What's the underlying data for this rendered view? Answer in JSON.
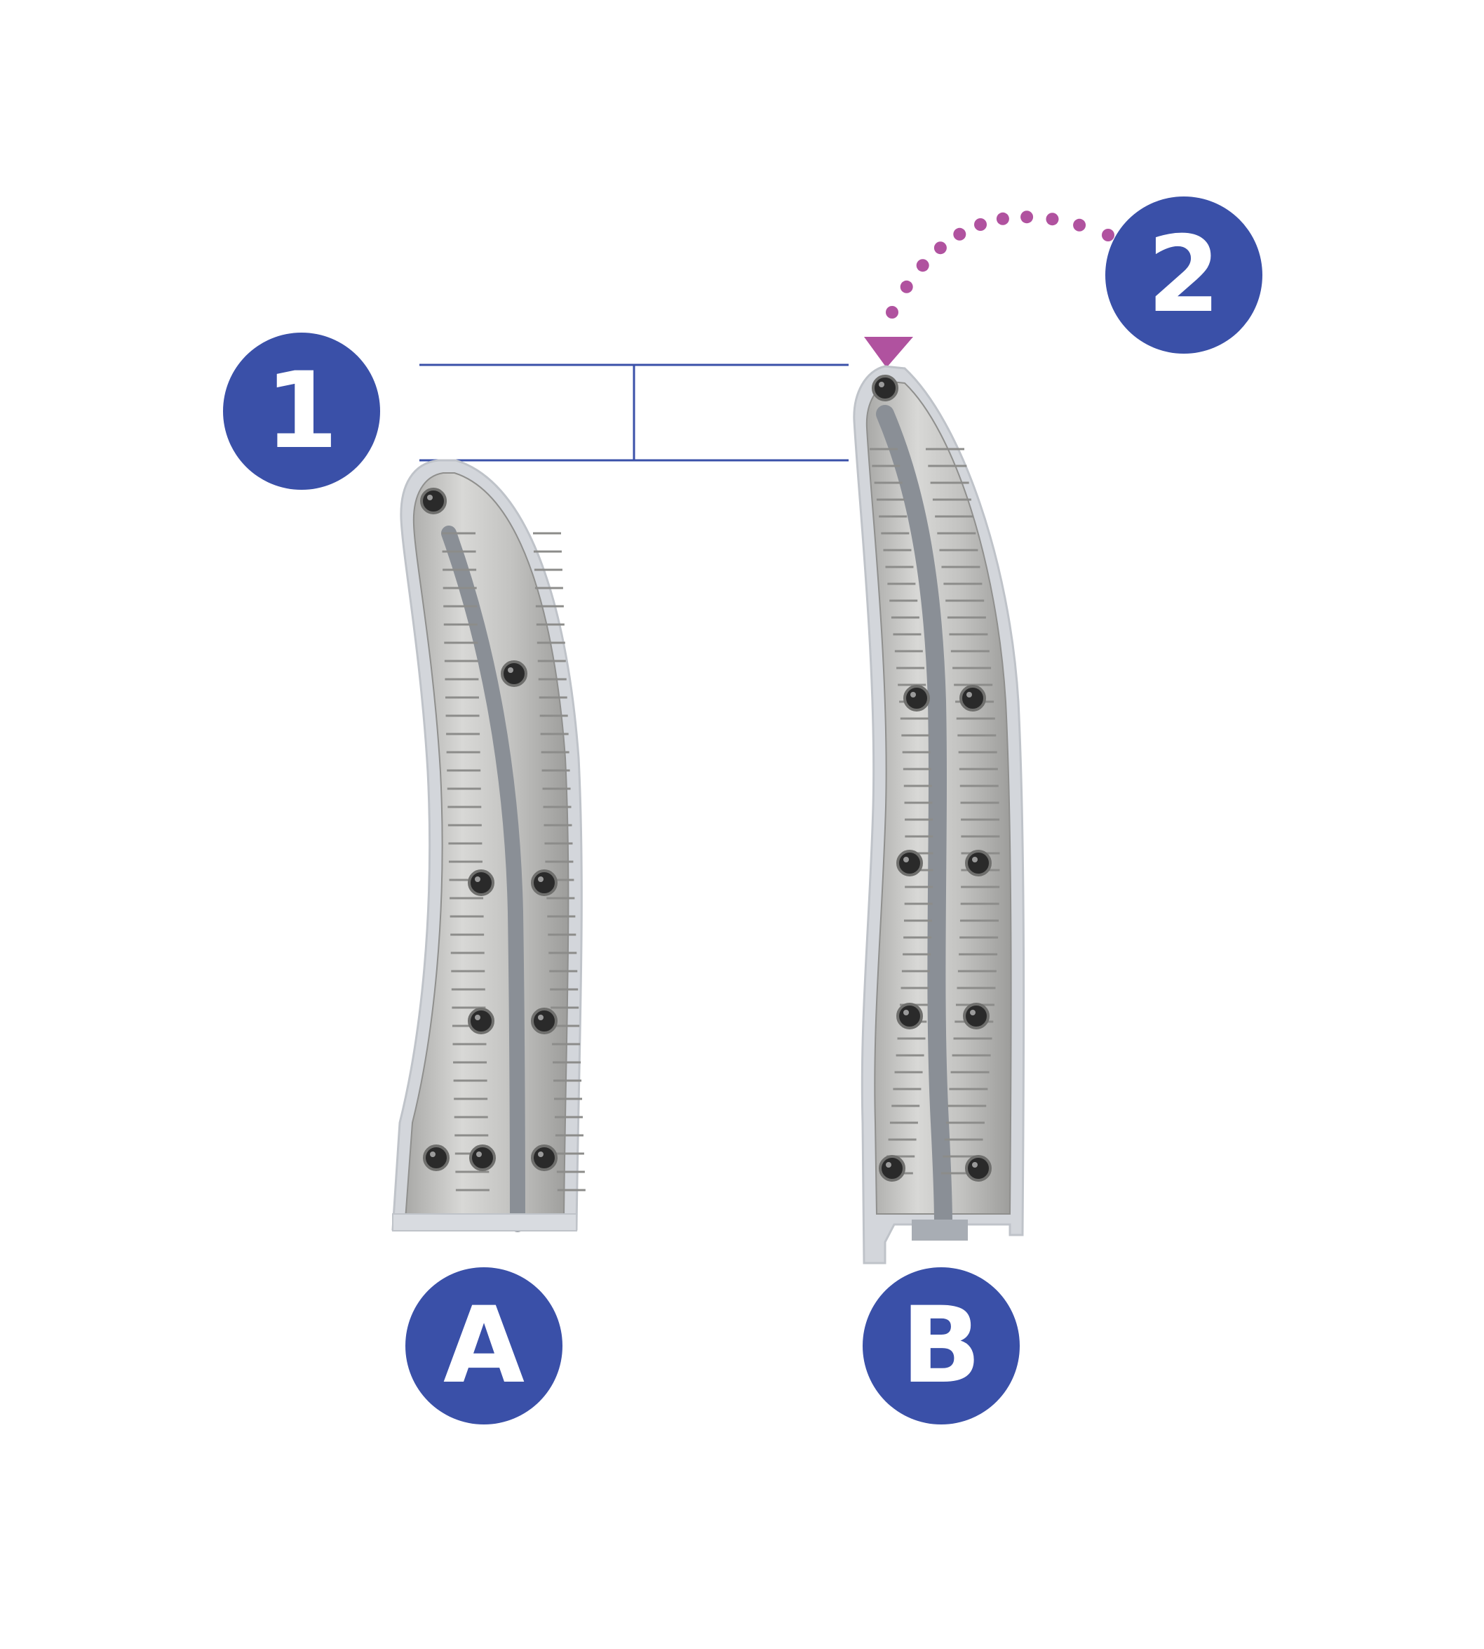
{
  "badges": {
    "step1": "1",
    "step2": "2",
    "partA": "A",
    "partB": "B"
  },
  "icons": {
    "handle_a": "butterfly-knife-handle-icon",
    "handle_b": "butterfly-knife-handle-icon",
    "arrow": "dotted-curved-arrow-icon"
  },
  "colors": {
    "badge": "#3a50a8",
    "measure_line": "#3a50a8",
    "arrow": "#b0529f",
    "metal": "#c6c6c4",
    "metal_dark": "#9a9a98",
    "frame": "#d3d6db",
    "channel": "#8a8f96",
    "screw": "#2a2a2a"
  }
}
